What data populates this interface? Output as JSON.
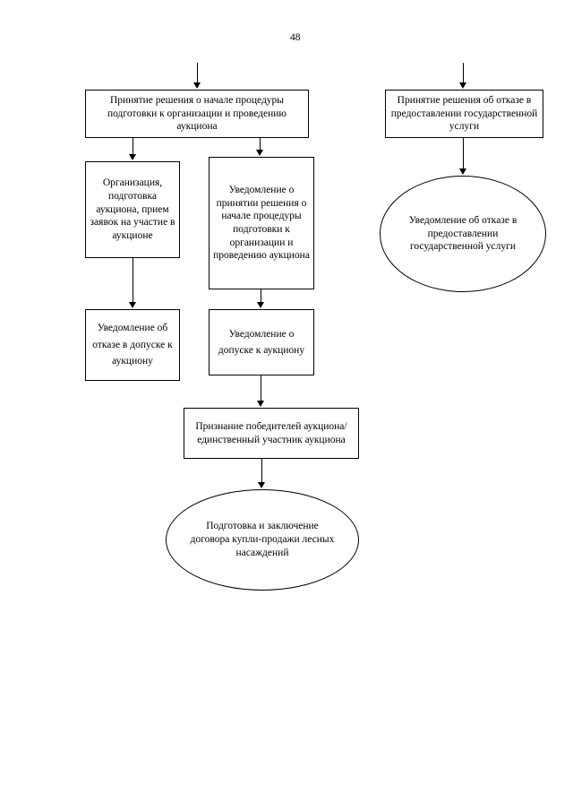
{
  "page": {
    "number": "48"
  },
  "nodes": {
    "start_left": "Принятие решения о начале процедуры подготовки к организации и проведению аукциона",
    "start_right": "Принятие решения об отказе в предоставлении государственной услуги",
    "org_prepare": "Организация, подготовка аукциона, прием заявок на участие в аукционе",
    "notify_decision": "Уведомление о принятии решения о начале процедуры подготовки к организации и проведению аукциона",
    "refuse_service": "Уведомление об отказе в предоставлении государственной услуги",
    "refuse_admission": "Уведомление об отказе в допуске к аукциону",
    "admit": "Уведомление о допуске к аукциону",
    "winners": "Признание победителей аукциона/единственный участник аукциона",
    "contract": "Подготовка и заключение договора купли-продажи лесных насаждений"
  }
}
